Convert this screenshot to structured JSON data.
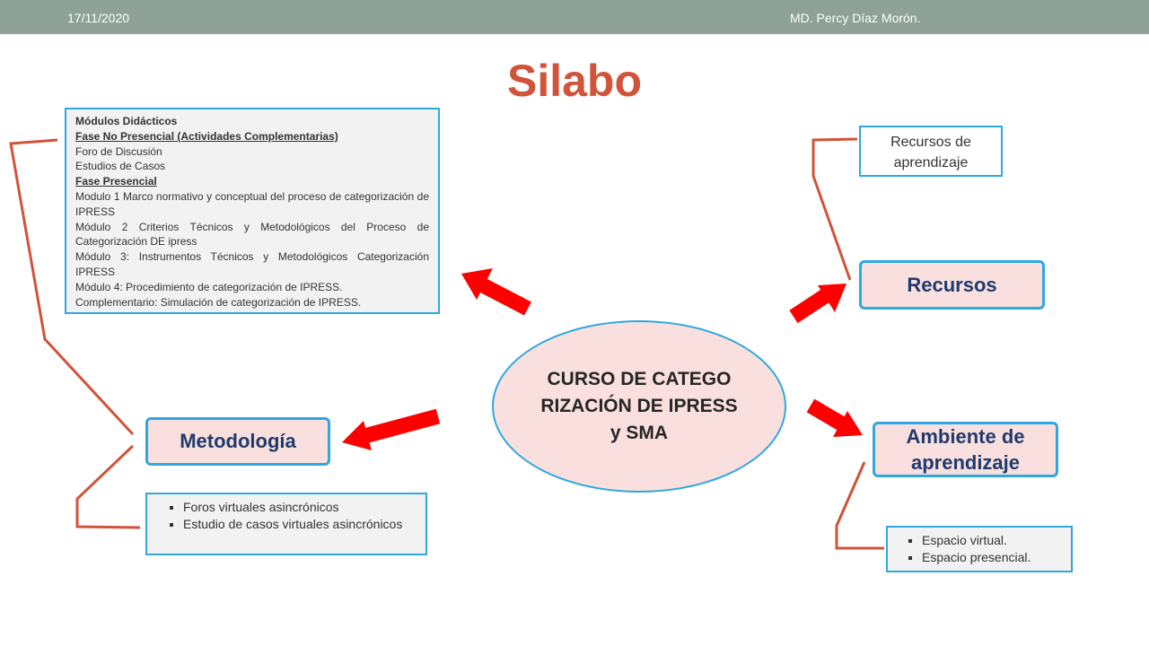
{
  "header": {
    "date": "17/11/2020",
    "author": "MD. Percy Díaz Morón."
  },
  "title": "Silabo",
  "center": {
    "label": "CURSO DE CATEGORIZACIÓN DE IPRESS y SMA"
  },
  "modules": {
    "heading": "Módulos Didácticos",
    "fase_no_presencial": "Fase  No Presencial (Actividades Complementarias)",
    "foro": "Foro de Discusión",
    "estudios": "Estudios de Casos",
    "fase_presencial": "Fase Presencial",
    "items": [
      "Modulo 1 Marco normativo y conceptual del proceso de categorización de IPRESS",
      "Módulo 2  Criterios Técnicos y Metodológicos del Proceso de Categorización DE ipress",
      "Módulo 3: Instrumentos Técnicos y Metodológicos Categorización IPRESS",
      "Módulo 4: Procedimiento de categorización de IPRESS.",
      "Complementario: Simulación de categorización de IPRESS."
    ]
  },
  "metodologia": {
    "label": "Metodología",
    "items": [
      "Foros virtuales asincrónicos",
      "Estudio de casos virtuales asincrónicos"
    ]
  },
  "recursos": {
    "label": "Recursos",
    "sub": "Recursos de aprendizaje"
  },
  "ambiente": {
    "label": "Ambiente de aprendizaje",
    "items": [
      "Espacio virtual.",
      "Espacio presencial."
    ]
  },
  "colors": {
    "accent": "#d0533a",
    "border": "#2ea8df",
    "arrow": "#ff0000",
    "pill_fill": "#f9dfdd",
    "header_bar": "#8fa297"
  }
}
